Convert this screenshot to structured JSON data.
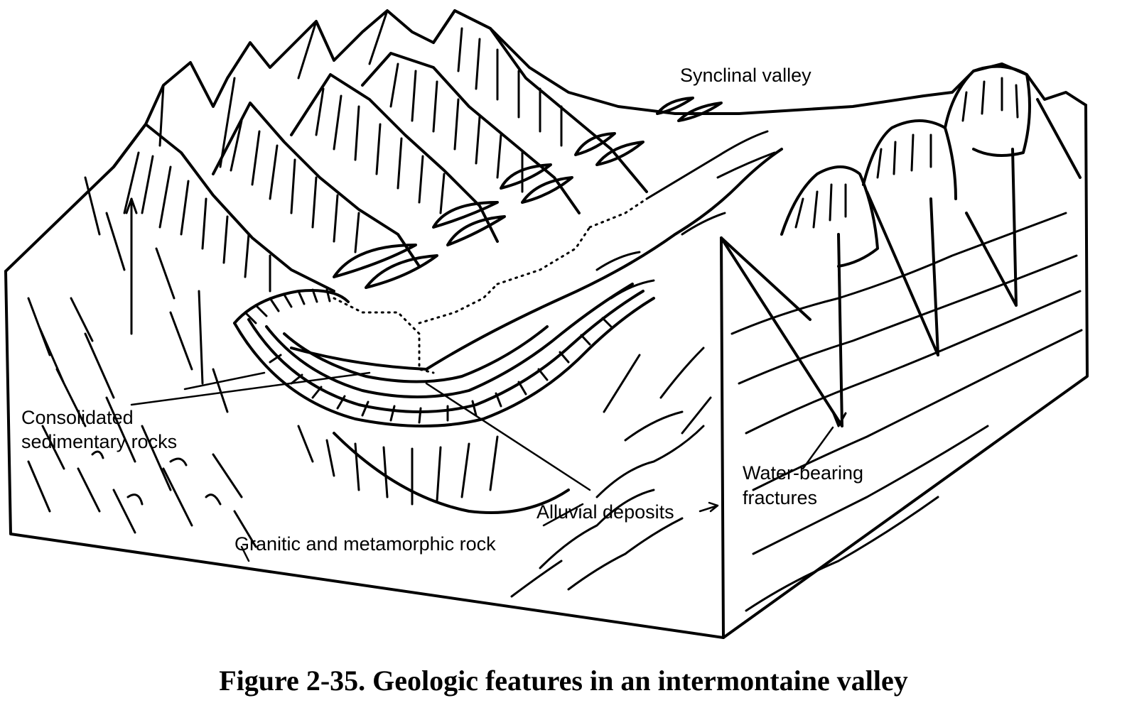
{
  "figure": {
    "caption": "Figure 2-35.  Geologic features in an intermontaine valley",
    "labels": {
      "synclinal_valley": "Synclinal valley",
      "consolidated_line1": "Consolidated",
      "consolidated_line2": "sedimentary rocks",
      "water_bearing_line1": "Water-bearing",
      "water_bearing_line2": "fractures",
      "alluvial_deposits": "Alluvial deposits",
      "granitic_rock": "Granitic and metamorphic rock"
    }
  },
  "colors": {
    "ink": "#000000",
    "paper": "#ffffff"
  }
}
